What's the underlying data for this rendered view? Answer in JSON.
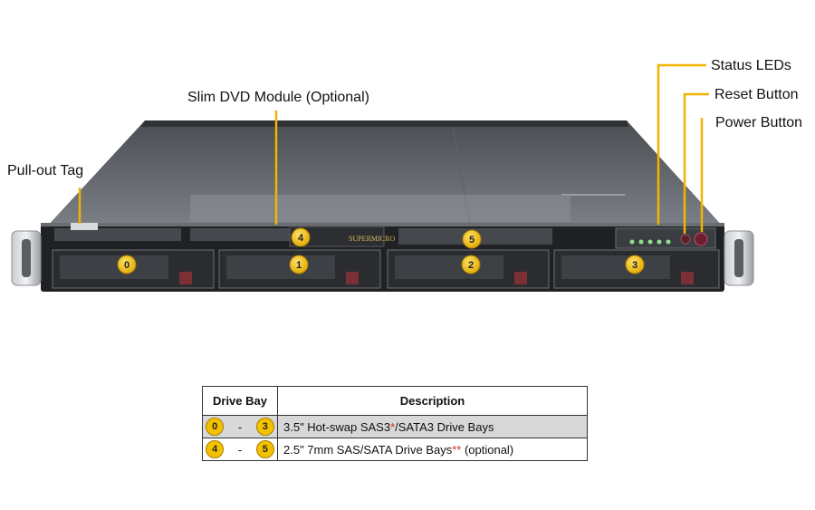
{
  "callouts": {
    "slim_dvd": "Slim DVD Module (Optional)",
    "pull_out_tag": "Pull-out  Tag",
    "status_leds": "Status LEDs",
    "reset_button": "Reset Button",
    "power_button": "Power Button"
  },
  "chassis": {
    "brand": "SUPERMICRO",
    "bay_badges": [
      "0",
      "1",
      "2",
      "3",
      "4",
      "5"
    ]
  },
  "colors": {
    "callout_line": "#f2b400",
    "badge_fill": "#f2c200",
    "row_shade": "#d8d8d8",
    "asterisk": "#d62b2b"
  },
  "table": {
    "headers": [
      "Drive Bay",
      "Description"
    ],
    "rows": [
      {
        "from": "0",
        "sep": "-",
        "to": "3",
        "desc_main": "3.5\" Hot-swap SAS3",
        "desc_mark": "*",
        "desc_rest": "/SATA3 Drive  Bays"
      },
      {
        "from": "4",
        "sep": "-",
        "to": "5",
        "desc_main": "2.5\" 7mm SAS/SATA Drive  Bays",
        "desc_mark": "**",
        "desc_rest": " (optional)"
      }
    ]
  }
}
